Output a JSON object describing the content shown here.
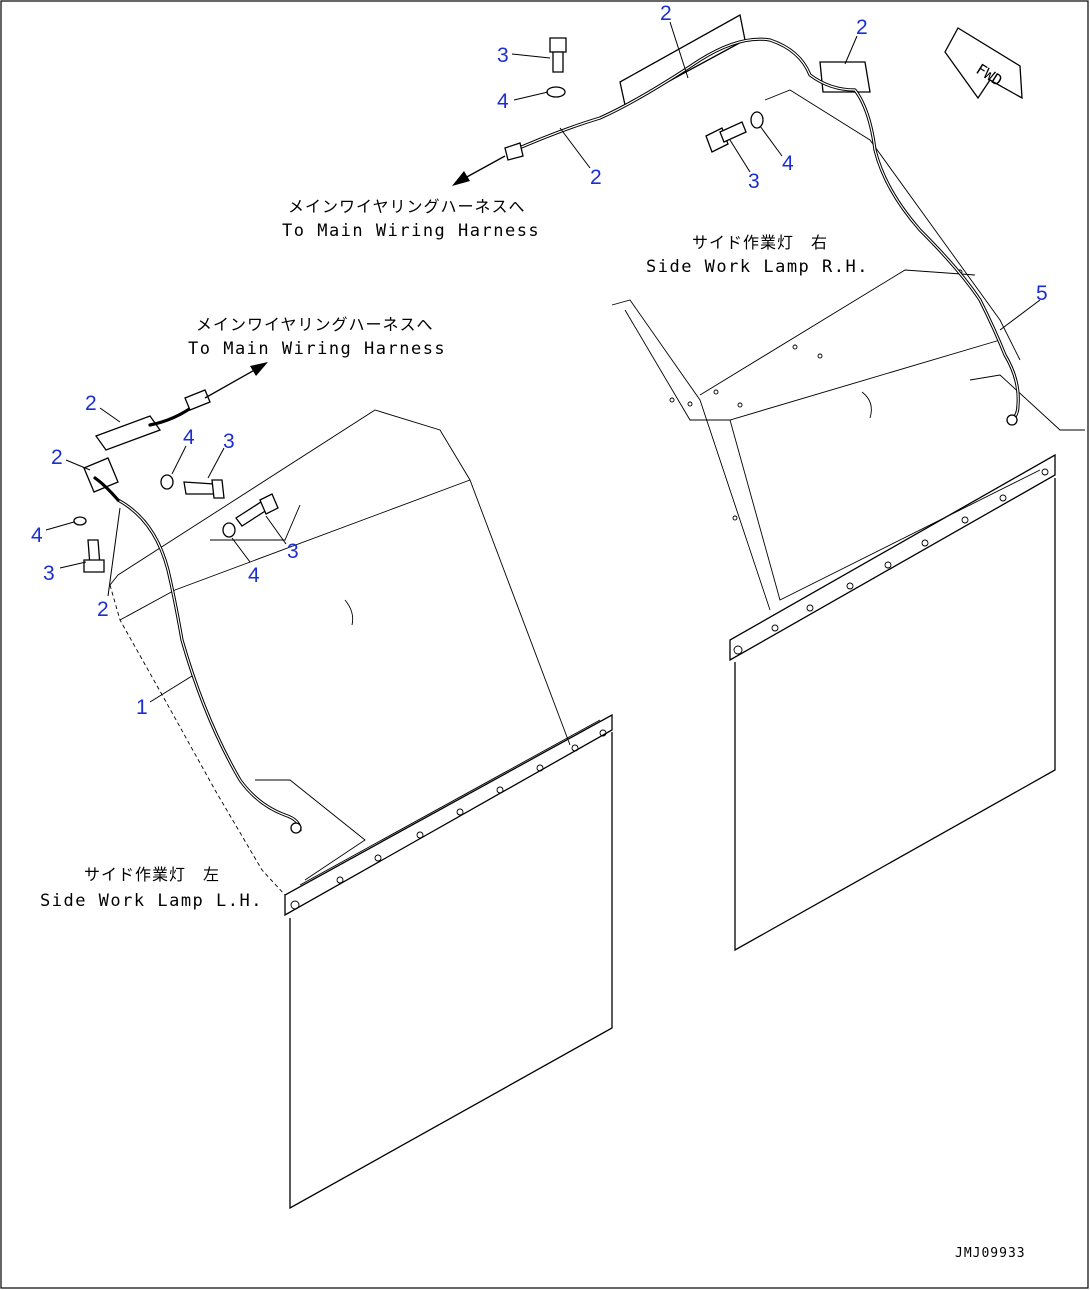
{
  "labels": {
    "harness_top_jp": "メインワイヤリングハーネスへ",
    "harness_top_en": "To Main Wiring Harness",
    "harness_left_jp": "メインワイヤリングハーネスへ",
    "harness_left_en": "To Main Wiring Harness",
    "lamp_rh_jp": "サイド作業灯　右",
    "lamp_rh_en": "Side Work Lamp R.H.",
    "lamp_lh_jp": "サイド作業灯　左",
    "lamp_lh_en": "Side Work Lamp L.H.",
    "fwd": "FWD",
    "drawing_code": "JMJ09933"
  },
  "callouts": [
    {
      "text": "2"
    },
    {
      "text": "2"
    },
    {
      "text": "3"
    },
    {
      "text": "4"
    },
    {
      "text": "2"
    },
    {
      "text": "3"
    },
    {
      "text": "4"
    },
    {
      "text": "5"
    },
    {
      "text": "2"
    },
    {
      "text": "2"
    },
    {
      "text": "4"
    },
    {
      "text": "3"
    },
    {
      "text": "4"
    },
    {
      "text": "3"
    },
    {
      "text": "3"
    },
    {
      "text": "4"
    },
    {
      "text": "2"
    },
    {
      "text": "1"
    }
  ],
  "colors": {
    "callout": "#1a2fd0",
    "line": "#000000",
    "background": "#ffffff"
  }
}
